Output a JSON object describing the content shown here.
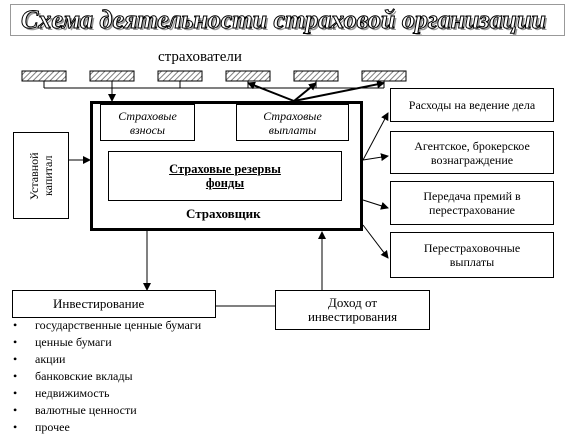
{
  "title": "Схема деятельности страховой организации",
  "policyholders_label": "страхователи",
  "insurer_label": "Страховщик",
  "premiums_box": "Страховые взносы",
  "payments_box": "Страховые выплаты",
  "reserves_box": "Страховые резервы фонды",
  "capital_box": "Уставной капитал",
  "right_boxes": [
    "Расходы на ведение дела",
    "Агентское, брокерское вознаграждение",
    "Передача премий в перестрахование",
    "Перестраховочные выплаты"
  ],
  "investment_box": "Инвестирование",
  "investment_income_box": "Доход от инвестирования",
  "investment_items": [
    "государственные ценные бумаги",
    "ценные бумаги",
    "акции",
    "банковские вклады",
    "недвижимость",
    "валютные ценности",
    "прочее"
  ],
  "colors": {
    "line": "#000000",
    "hatch": "#808080",
    "title_shadow": "#9a9a9a"
  }
}
